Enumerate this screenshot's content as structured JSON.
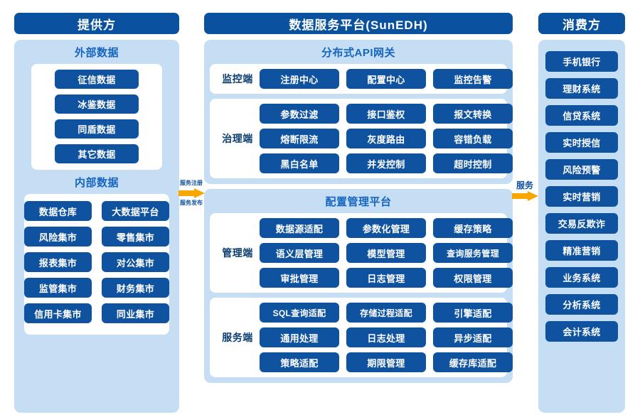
{
  "columns": {
    "provider": {
      "header": "提供方",
      "sections": [
        {
          "title": "外部数据",
          "items": [
            "征信数据",
            "冰鉴数据",
            "同盾数据",
            "其它数据"
          ]
        },
        {
          "title": "内部数据",
          "items": [
            "数据仓库",
            "大数据平台",
            "风险集市",
            "零售集市",
            "报表集市",
            "对公集市",
            "监管集市",
            "财务集市",
            "信用卡集市",
            "同业集市"
          ]
        }
      ]
    },
    "platform": {
      "header": "数据服务平台(SunEDH)",
      "sections": [
        {
          "title": "分布式API网关",
          "rows": [
            {
              "label": "监控端",
              "items": [
                "注册中心",
                "配置中心",
                "监控告警"
              ]
            },
            {
              "label": "治理端",
              "items": [
                "参数过滤",
                "接口鉴权",
                "报文转换",
                "熔断限流",
                "灰度路由",
                "容错负载",
                "黑白名单",
                "并发控制",
                "超时控制"
              ]
            }
          ]
        },
        {
          "title": "配置管理平台",
          "rows": [
            {
              "label": "管理端",
              "items": [
                "数据源适配",
                "参数化管理",
                "缓存策略",
                "语义层管理",
                "模型管理",
                "查询服务管理",
                "审批管理",
                "日志管理",
                "权限管理"
              ]
            },
            {
              "label": "服务端",
              "items": [
                "SQL查询适配",
                "存储过程适配",
                "引擎适配",
                "通用处理",
                "日志处理",
                "异步适配",
                "策略适配",
                "期限管理",
                "缓存库适配"
              ]
            }
          ]
        }
      ]
    },
    "consumer": {
      "header": "消费方",
      "items": [
        "手机银行",
        "理财系统",
        "信贷系统",
        "实时授信",
        "风险预警",
        "实时营销",
        "交易反欺诈",
        "精准营销",
        "业务系统",
        "分析系统",
        "会计系统"
      ]
    }
  },
  "arrows": {
    "register": {
      "top_label": "服务注册",
      "bottom_label": "服务发布"
    },
    "service": {
      "top_label": "服务"
    }
  },
  "colors": {
    "header_blue": "#0a52a0",
    "panel_blue": "#c6def4",
    "pill_blue": "#0e52a0",
    "title_blue": "#1565c0",
    "row_label_blue": "#0b3d6e",
    "arrow_orange": "#f7a700",
    "card_white": "#ffffff"
  }
}
